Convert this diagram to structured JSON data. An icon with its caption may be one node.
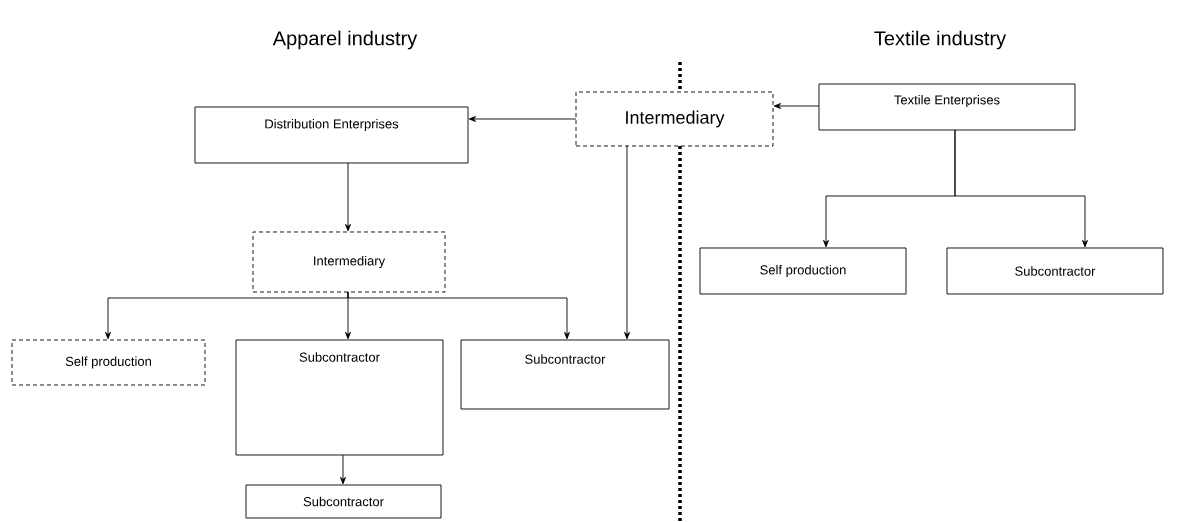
{
  "diagram": {
    "nodes": [
      {
        "text": [
          "Distribution Enterprises"
        ]
      },
      {
        "text": [
          "Intermediary"
        ]
      },
      {
        "text": [
          "Textile Enterprises"
        ]
      },
      {
        "text": [
          "Intermediary"
        ]
      },
      {
        "text": [
          "Self production"
        ]
      },
      {
        "text": [
          "Subcontractor"
        ]
      },
      {
        "text": [
          "Subcontractor"
        ]
      },
      {
        "text": [
          "Subcontractor"
        ]
      },
      {
        "text": [
          "Self production"
        ]
      },
      {
        "text": [
          "Subcontractor"
        ]
      }
    ],
    "edges": [
      {
        "from": 1,
        "to": 0,
        "arrow": "to"
      },
      {
        "from": 2,
        "to": 1,
        "arrow": "to"
      },
      {
        "from": 0,
        "to": 3,
        "arrow": "to"
      },
      {
        "from": 3,
        "to": 4,
        "arrow": "to"
      },
      {
        "from": 3,
        "to": 5,
        "arrow": "to"
      },
      {
        "from": 3,
        "to": 6,
        "arrow": "to"
      },
      {
        "from": 1,
        "to": 6,
        "arrow": "to"
      },
      {
        "from": 5,
        "to": 7,
        "arrow": "to"
      },
      {
        "from": 2,
        "to": 8,
        "arrow": "to"
      },
      {
        "from": 2,
        "to": 9,
        "arrow": "to"
      }
    ],
    "labels": [
      "Apparel industry",
      "Textile industry"
    ]
  }
}
